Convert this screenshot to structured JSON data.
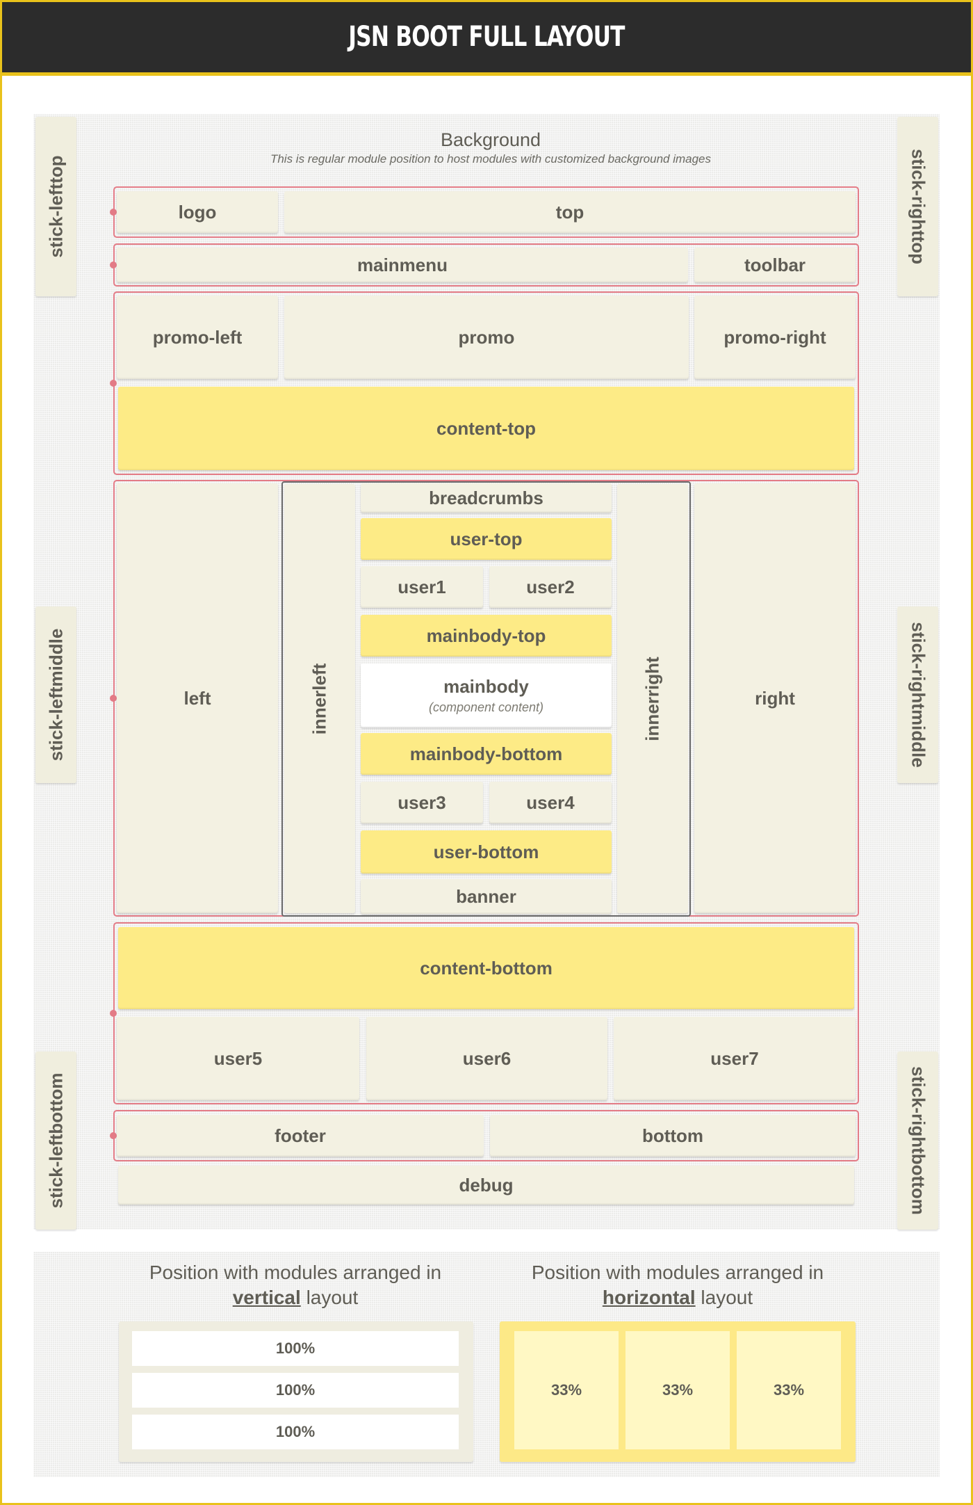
{
  "header": {
    "title": "JSN BOOT FULL LAYOUT"
  },
  "colors": {
    "accent": "#e9c21b",
    "header_bg": "#2c2c2c",
    "group_border": "#e37b86",
    "module": "#f3f1e2",
    "module_highlight": "#fdeb86"
  },
  "background": {
    "title": "Background",
    "description": "This is regular module position to host modules with customized background images"
  },
  "sticks": {
    "lefttop": "stick-lefttop",
    "leftmiddle": "stick-leftmiddle",
    "leftbottom": "stick-leftbottom",
    "righttop": "stick-righttop",
    "rightmiddle": "stick-rightmiddle",
    "rightbottom": "stick-rightbottom"
  },
  "positions": {
    "logo": "logo",
    "top": "top",
    "mainmenu": "mainmenu",
    "toolbar": "toolbar",
    "promo_left": "promo-left",
    "promo": "promo",
    "promo_right": "promo-right",
    "content_top": "content-top",
    "left": "left",
    "innerleft": "innerleft",
    "breadcrumbs": "breadcrumbs",
    "user_top": "user-top",
    "user1": "user1",
    "user2": "user2",
    "mainbody_top": "mainbody-top",
    "mainbody": "mainbody",
    "mainbody_note": "(component content)",
    "mainbody_bottom": "mainbody-bottom",
    "user3": "user3",
    "user4": "user4",
    "user_bottom": "user-bottom",
    "banner": "banner",
    "innerright": "innerright",
    "right": "right",
    "content_bottom": "content-bottom",
    "user5": "user5",
    "user6": "user6",
    "user7": "user7",
    "footer": "footer",
    "bottom": "bottom",
    "debug": "debug"
  },
  "legend": {
    "vertical": {
      "prefix": "Position with modules arranged in",
      "keyword": "vertical",
      "suffix": "layout",
      "items": [
        "100%",
        "100%",
        "100%"
      ]
    },
    "horizontal": {
      "prefix": "Position with modules arranged in",
      "keyword": "horizontal",
      "suffix": "layout",
      "items": [
        "33%",
        "33%",
        "33%"
      ]
    }
  }
}
